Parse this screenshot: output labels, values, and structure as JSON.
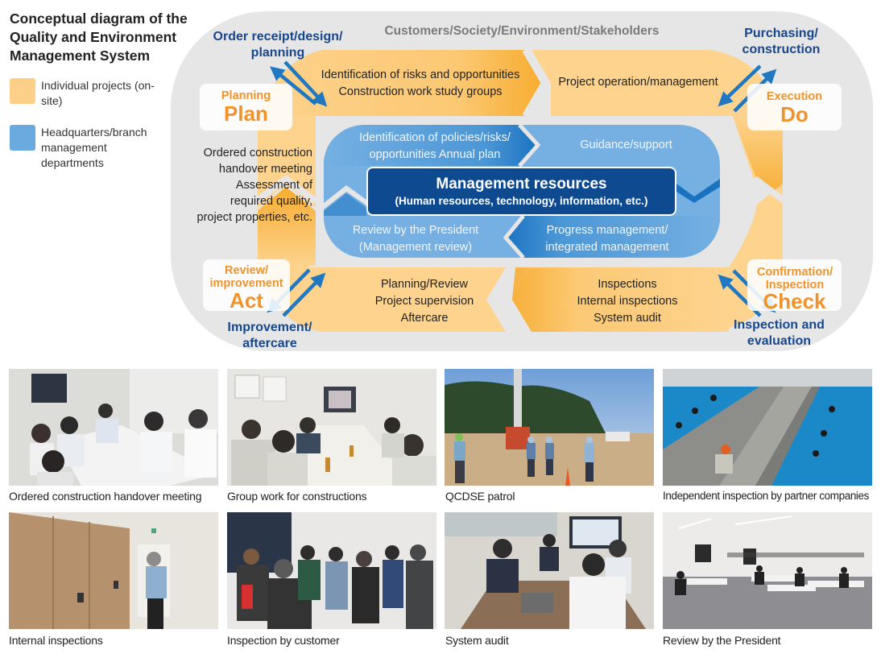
{
  "title": "Conceptual diagram of the Quality and Environment Management System",
  "legend": [
    {
      "label": "Individual projects (on-site)",
      "color": "#fdd08a"
    },
    {
      "label": "Headquarters/branch management departments",
      "color": "#6aaade"
    }
  ],
  "colors": {
    "outer_ring": "#e6e6e6",
    "orange_light": "#fdd38e",
    "orange_dark": "#f7ac2f",
    "blue_light": "#76b0e2",
    "blue_dark": "#1a73c0",
    "navy": "#0d4a8f",
    "arrow_blue": "#1f78c1",
    "phase_orange": "#f0932a",
    "label_navy": "#17478c"
  },
  "diagram": {
    "outer_label": "Customers/Society/Environment/Stakeholders",
    "phases": {
      "plan": {
        "sub": "Planning",
        "main": "Plan"
      },
      "do": {
        "sub": "Execution",
        "main": "Do"
      },
      "check": {
        "sub": "Confirmation/ Inspection",
        "main": "Check"
      },
      "act": {
        "sub": "Review/ improvement",
        "main": "Act"
      }
    },
    "external": {
      "top_left": "Order receipt/design/ planning",
      "top_right": "Purchasing/ construction",
      "bottom_right": "Inspection and evaluation",
      "bottom_left": "Improvement/ aftercare"
    },
    "orange_segments": {
      "top_left": [
        "Identification of risks and opportunities",
        "Construction work study groups"
      ],
      "top_right": [
        "Project operation/management"
      ],
      "left": [
        "Ordered construction",
        "handover meeting",
        "Assessment of",
        "required quality,",
        "project properties, etc."
      ],
      "bottom_left": [
        "Planning/Review",
        "Project supervision",
        "Aftercare"
      ],
      "bottom_right": [
        "Inspections",
        "Internal inspections",
        "System audit"
      ]
    },
    "blue_segments": {
      "top_left": [
        "Identification of policies/risks/",
        "opportunities Annual plan"
      ],
      "top_right": [
        "Guidance/support"
      ],
      "bottom_left": [
        "Review by the President",
        "(Management review)"
      ],
      "bottom_right": [
        "Progress management/",
        "integrated management"
      ]
    },
    "core": {
      "title": "Management resources",
      "subtitle": "(Human resources, technology, information, etc.)"
    }
  },
  "photos": [
    {
      "caption": "Ordered construction handover meeting",
      "scene": "meeting-room"
    },
    {
      "caption": "Group work for constructions",
      "scene": "meeting-room"
    },
    {
      "caption": "QCDSE patrol",
      "scene": "construction-site"
    },
    {
      "caption": "Independent inspection by partner companies",
      "scene": "roof-inspection"
    },
    {
      "caption": "Internal inspections",
      "scene": "corridor"
    },
    {
      "caption": "Inspection by customer",
      "scene": "crowd-room"
    },
    {
      "caption": "System audit",
      "scene": "meeting-room"
    },
    {
      "caption": "Review by the President",
      "scene": "hall"
    }
  ]
}
